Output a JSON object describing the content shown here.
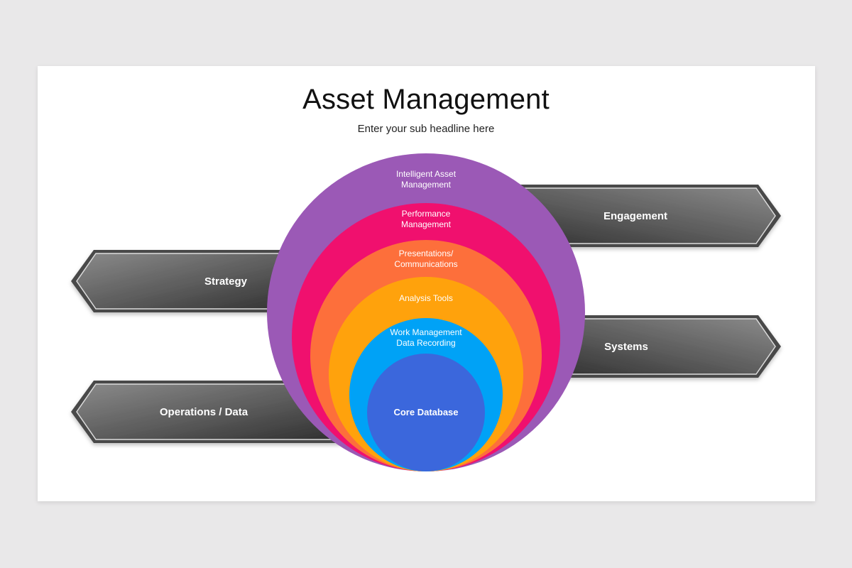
{
  "slide": {
    "title": "Asset Management",
    "subtitle": "Enter your sub headline here"
  },
  "arrows": {
    "strategy": "Strategy",
    "operations": "Operations / Data",
    "engagement": "Engagement",
    "systems": "Systems"
  },
  "rings": {
    "intelligent": {
      "line1": "Intelligent Asset",
      "line2": "Management",
      "color": "#9b59b6"
    },
    "performance": {
      "line1": "Performance",
      "line2": "Management",
      "color": "#f0106e"
    },
    "presentations": {
      "line1": "Presentations/",
      "line2": "Communications",
      "color": "#fd6f3b"
    },
    "analysis": {
      "line1": "Analysis Tools",
      "color": "#ffa20c"
    },
    "work": {
      "line1": "Work Management",
      "line2": "Data Recording",
      "color": "#00a2f6"
    },
    "core": {
      "line1": "Core Database",
      "color": "#3b67dc"
    }
  },
  "colors": {
    "arrow_fill": "#5e5e5e",
    "background": "#e9e8e9",
    "slide": "#ffffff"
  }
}
